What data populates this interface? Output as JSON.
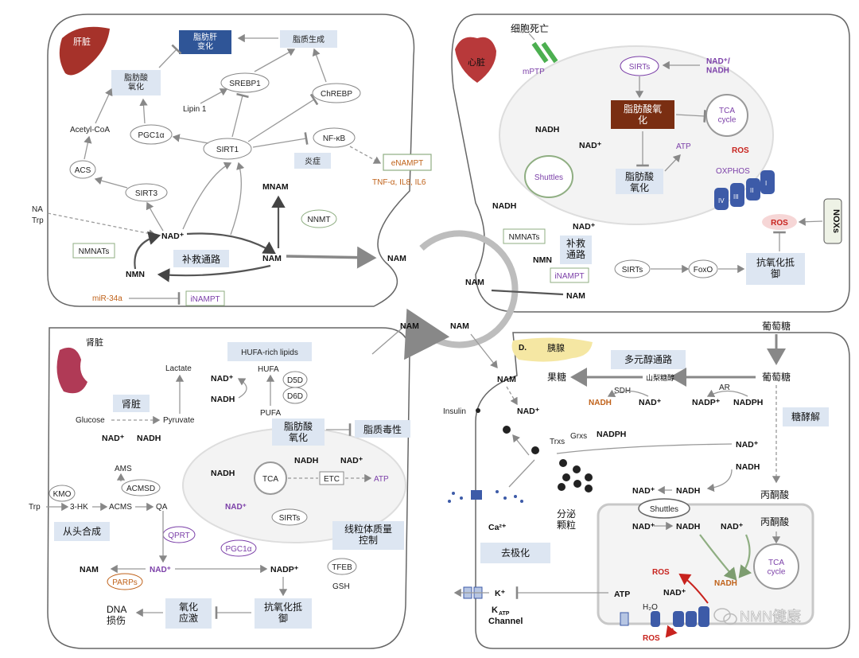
{
  "liver": {
    "organ": "肝脏",
    "fatty_liver": "脂肪肝\n变化",
    "lipogenesis": "脂质生成",
    "fao": "脂肪酸\n氧化",
    "srebp1": "SREBP1",
    "chrebp": "ChREBP",
    "lipin1": "Lipin 1",
    "pgc1a": "PGC1α",
    "acetyl_coa": "Acetyl-CoA",
    "acs": "ACS",
    "sirt1": "SIRT1",
    "nfkb": "NF-κB",
    "inflammation": "炎症",
    "sirt3": "SIRT3",
    "na": "NA",
    "trp": "Trp",
    "nad": "NAD⁺",
    "mnam": "MNAM",
    "nnmt": "NNMT",
    "nmnats": "NMNATs",
    "salvage": "补救通路",
    "nam": "NAM",
    "nmn": "NMN",
    "mir34a": "miR-34a",
    "inampt": "iNAMPT",
    "enampt": "eNAMPT",
    "cytokines": "TNF-α, IL8, IL6"
  },
  "heart": {
    "organ": "心脏",
    "cell_death": "细胞死亡",
    "mptp": "mPTP",
    "sirts": "SIRTs",
    "nad_nadh": "NAD⁺/\nNADH",
    "fao_box": "脂肪酸氧\n化",
    "tca": "TCA\ncycle",
    "nadh": "NADH",
    "nad": "NAD⁺",
    "atp": "ATP",
    "ros": "ROS",
    "shuttles": "Shuttles",
    "fao2": "脂肪酸\n氧化",
    "oxphos": "OXPHOS",
    "noxs": "NOXs",
    "nmnats": "NMNATs",
    "salvage": "补救\n通路",
    "nmn": "NMN",
    "inampt": "iNAMPT",
    "nam": "NAM",
    "sirts2": "SIRTs",
    "foxo": "FoxO",
    "antiox": "抗氧化抵\n御",
    "complex": [
      "IV",
      "III",
      "II",
      "I"
    ]
  },
  "center": {
    "nam": "NAM",
    "nam_left": "NAM",
    "nam_right": "NAM",
    "nam_top": "NAM"
  },
  "kidney": {
    "organ": "肾脏",
    "hufa": "HUFA-rich lipids",
    "lactate": "Lactate",
    "nad": "NAD⁺",
    "nadh": "NADH",
    "hufa_t": "HUFA",
    "d5d": "D5D",
    "d6d": "D6D",
    "pufa": "PUFA",
    "kidney_box": "肾脏",
    "glucose": "Glucose",
    "pyruvate": "Pyruvate",
    "fao": "脂肪酸\n氧化",
    "lipotox": "脂质毒性",
    "ams": "AMS",
    "acmsd": "ACMSD",
    "kmo": "KMO",
    "trp": "Trp",
    "hk": "3-HK",
    "acms": "ACMS",
    "qa": "QA",
    "tca": "TCA",
    "etc": "ETC",
    "atp": "ATP",
    "sirts": "SIRTs",
    "denovo": "从头合成",
    "qprt": "QPRT",
    "pgc1a": "PGC1α",
    "mqc": "线粒体质量\n控制",
    "tfeb": "TFEB",
    "gsh": "GSH",
    "parps": "PARPs",
    "nam": "NAM",
    "nadp": "NADP⁺",
    "dna": "DNA\n损伤",
    "oxstress": "氧化\n应激",
    "antiox": "抗氧化抵\n御"
  },
  "pancreas": {
    "tag": "D.",
    "organ": "胰腺",
    "glucose_top": "葡萄糖",
    "polyol": "多元醇通路",
    "fructose": "果糖",
    "sorbitol": "山梨糖醇",
    "glucose2": "葡萄糖",
    "sdh": "SDH",
    "ar": "AR",
    "nadh": "NADH",
    "nad": "NAD⁺",
    "nadp": "NADP⁺",
    "nadph": "NADPH",
    "glycolysis": "糖酵解",
    "nam": "NAM",
    "insulin": "Insulin",
    "grxs": "Grxs",
    "trxs": "Trxs",
    "nadph2": "NADPH",
    "pyruvate": "丙酮酸",
    "pyruvate2": "丙酮酸",
    "shuttles": "Shuttles",
    "ca": "Ca²⁺",
    "granules": "分泌\n颗粒",
    "depol": "去极化",
    "tca": "TCA\ncycle",
    "ros": "ROS",
    "atp": "ATP",
    "k": "K⁺",
    "katp": "K",
    "katp_sub": "ATP",
    "channel": "Channel",
    "h2o": "H₂O",
    "watermark": "NMN健康"
  }
}
